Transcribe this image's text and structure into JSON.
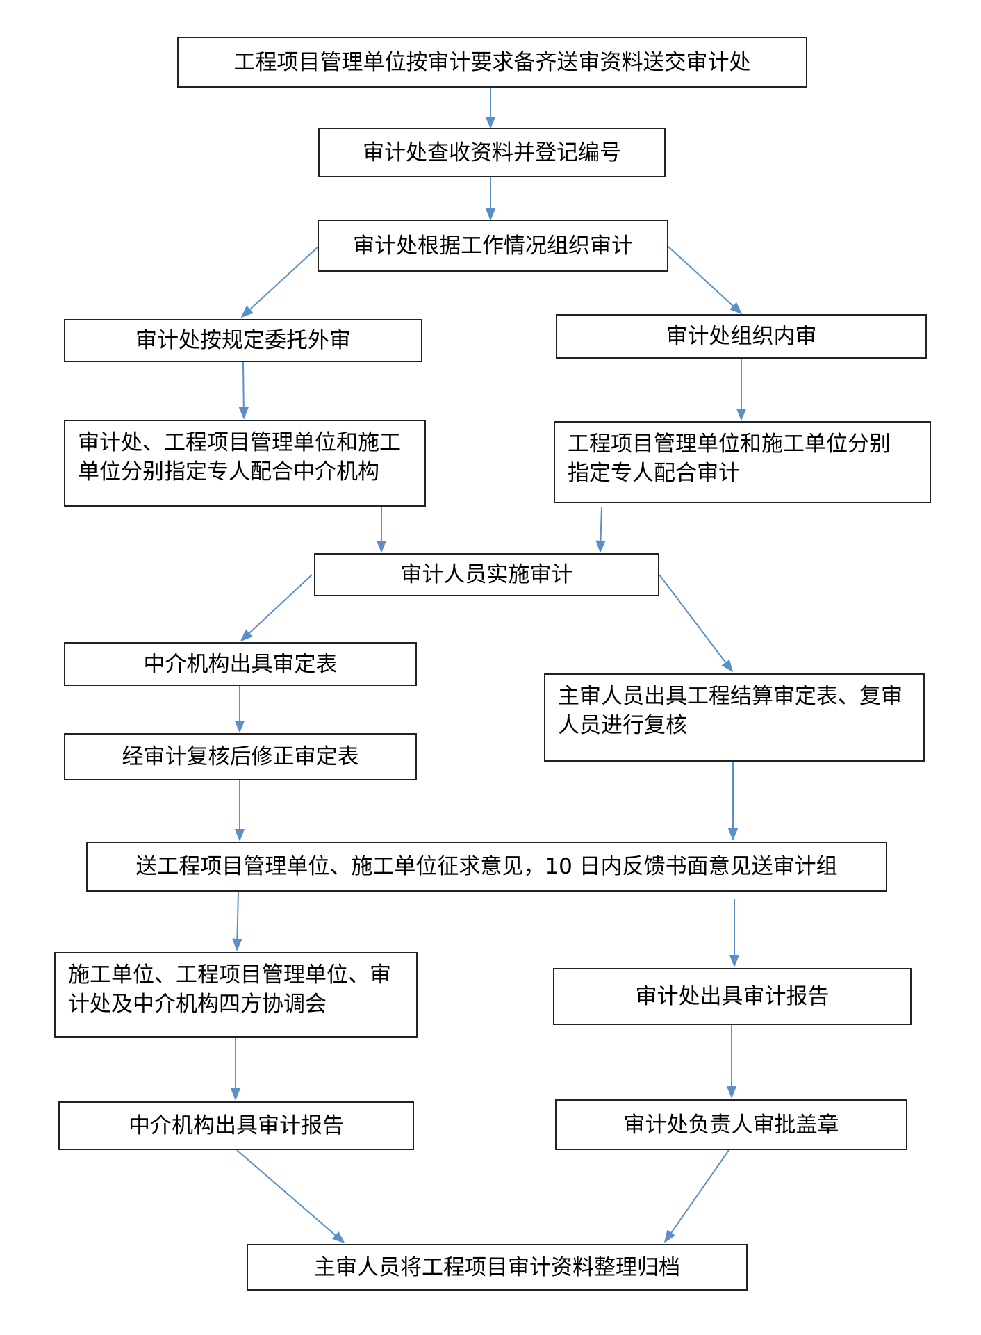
{
  "nodes": {
    "n1": "工程项目管理单位按审计要求备齐送审资料送交审计处",
    "n2": "审计处查收资料并登记编号",
    "n3": "审计处根据工作情况组织审计",
    "n4": "审计处按规定委托外审",
    "n5": "审计处组织内审",
    "n6": "审计处、工程项目管理单位和施工\n单位分别指定专人配合中介机构",
    "n7": "工程项目管理单位和施工单位分别\n指定专人配合审计",
    "n8": "审计人员实施审计",
    "n9": "中介机构出具审定表",
    "n10": "主审人员出具工程结算审定表、复审\n人员进行复核",
    "n11": "经审计复核后修正审定表",
    "n12": "送工程项目管理单位、施工单位征求意见，10 日内反馈书面意见送审计组",
    "n13": "施工单位、工程项目管理单位、审\n计处及中介机构四方协调会",
    "n14": "审计处出具审计报告",
    "n15": "中介机构出具审计报告",
    "n16": "审计处负责人审批盖章",
    "n17": "主审人员将工程项目审计资料整理归档"
  },
  "colors": {
    "arrow": "#5b8fc7",
    "border": "#222222"
  }
}
